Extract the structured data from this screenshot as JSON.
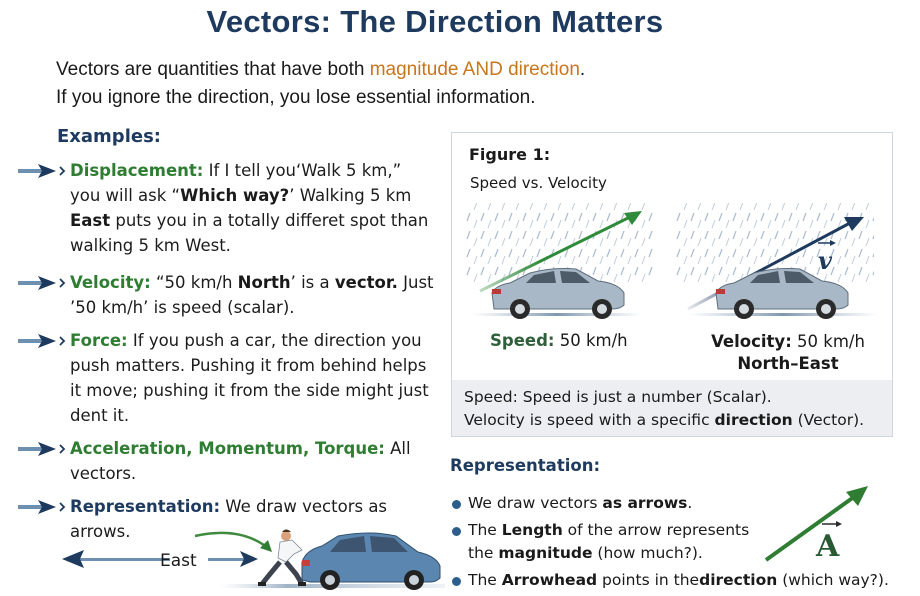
{
  "title": "Vectors: The Direction Matters",
  "intro": {
    "line1_prefix": "Vectors are quantities that have both ",
    "line1_highlight": "magnitude AND direction",
    "line1_suffix": ".",
    "line2": "If you ignore the direction, you lose essential information."
  },
  "examples": {
    "heading": "Examples:",
    "items": [
      {
        "term": "Displacement:",
        "p1": " If I tell you‘Walk 5 km,” you will ask “",
        "b1": "Which way?",
        "p2": "’ Walking 5 km ",
        "b2": "East",
        "p3": " puts you in a totally differet spot than walking 5 km West."
      },
      {
        "term": "Velocity:",
        "p1": " “50 km/h ",
        "b1": "North",
        "p2": "’ is a ",
        "b2": "vector.",
        "p3": " Just ’50 km/h’ is speed (scalar)."
      },
      {
        "term": "Force:",
        "p1": " If you push a car, the direction you push matters. Pushing it from behind helps it move; pushing it from the side might just dent it."
      },
      {
        "term": "Acceleration, Momentum, Torque:",
        "p1": " All vectors."
      },
      {
        "term": "Representation:",
        "p1": " We draw vectors as arrows."
      }
    ],
    "push_illustration": {
      "direction_label": "East"
    }
  },
  "figure": {
    "label": "Figure 1:",
    "subtitle": "Speed vs. Velocity",
    "speed": {
      "key": "Speed:",
      "value": " 50 km/h"
    },
    "velocity": {
      "key": "Velocity:",
      "value": " 50 km/h",
      "direction": "North–East",
      "symbol": "v"
    },
    "caption": {
      "line1": "Speed: Speed is just a number (Scalar).",
      "line2_prefix": "Velocity is speed with a specific ",
      "line2_bold": "direction",
      "line2_suffix": " (Vector)."
    }
  },
  "representation": {
    "heading": "Representation:",
    "bullets": [
      {
        "p1": "We draw vectors ",
        "b1": "as arrows",
        "p2": "."
      },
      {
        "p1": "The ",
        "b1": "Length",
        "p2": " of the arrow represents the ",
        "b2": "magnitude",
        "p3": " (how much?)."
      },
      {
        "p1": "The ",
        "b1": "Arrowhead",
        "p2": " points in the",
        "b2": "direction",
        "p3": " (which way?)."
      }
    ],
    "vector_symbol": "A"
  },
  "colors": {
    "title": "#1e3a5f",
    "highlight": "#c8761c",
    "term_green": "#2e7d32",
    "arrow_navy": "#1e3a5f",
    "caption_band": "#eceef1",
    "car_blue": "#5a86b0",
    "car_silver": "#a9b8c6"
  }
}
